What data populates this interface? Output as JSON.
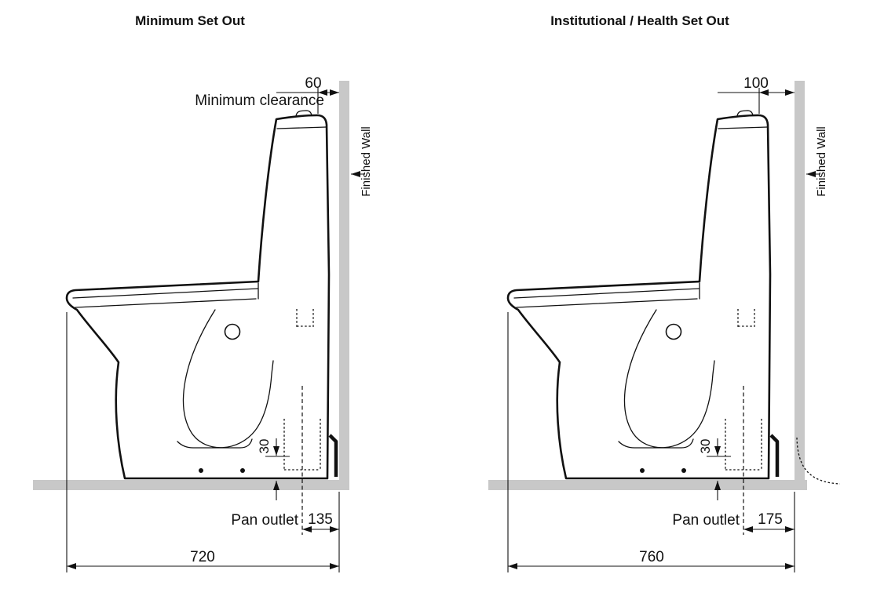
{
  "figure": {
    "background": "#ffffff",
    "line_color": "#111111",
    "wall_color": "#c8c8c8"
  },
  "left": {
    "title": "Minimum Set Out",
    "clearance_value": "60",
    "clearance_label": "Minimum clearance",
    "wall_label": "Finished Wall",
    "outlet_height_value": "30",
    "pan_outlet_label": "Pan outlet",
    "outlet_to_wall_value": "135",
    "overall_depth_value": "720"
  },
  "right": {
    "title": "Institutional / Health Set Out",
    "clearance_value": "100",
    "wall_label": "Finished Wall",
    "outlet_height_value": "30",
    "pan_outlet_label": "Pan outlet",
    "outlet_to_wall_value": "175",
    "overall_depth_value": "760"
  }
}
